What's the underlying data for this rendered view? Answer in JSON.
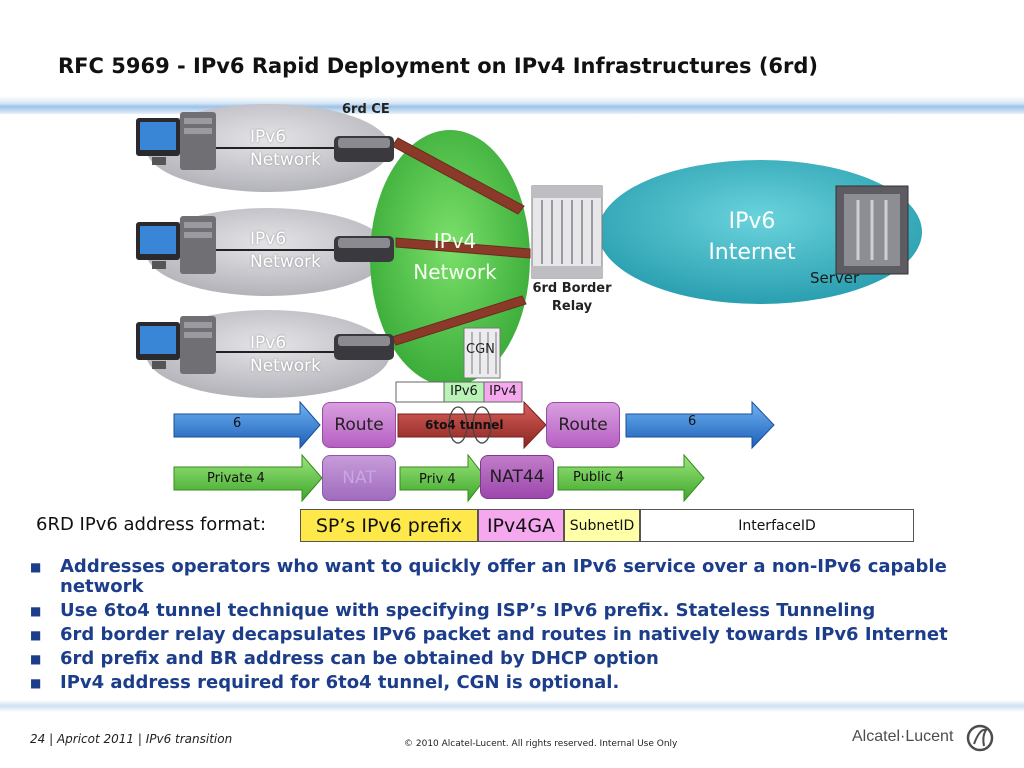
{
  "title": "RFC 5969 - IPv6 Rapid Deployment on IPv4 Infrastructures (6rd)",
  "diagram": {
    "ce_label": "6rd CE",
    "ipv6_network_label": [
      "IPv6",
      "Network"
    ],
    "ipv4_network_label": [
      "IPv4",
      "Network"
    ],
    "ipv6_internet_label": [
      "IPv6",
      "Internet"
    ],
    "server_label": "Server",
    "border_relay_label": [
      "6rd Border",
      "Relay"
    ],
    "cgn_label": "CGN",
    "header_ipv6": "IPv6",
    "header_ipv4": "IPv4"
  },
  "flow": {
    "row1_left": "6",
    "route_left": "Route",
    "tunnel": "6to4 tunnel",
    "route_right": "Route",
    "row1_right": "6",
    "private4": "Private 4",
    "nat": "NAT",
    "priv4": "Priv 4",
    "nat44": "NAT44",
    "public4": "Public 4"
  },
  "address_format": {
    "label": "6RD IPv6 address format:",
    "fields": [
      "SP’s IPv6 prefix",
      "IPv4GA",
      "SubnetID",
      "InterfaceID"
    ]
  },
  "bullets": [
    "Addresses operators who want to quickly offer an IPv6 service over a non-IPv6 capable network",
    "Use 6to4 tunnel technique with specifying ISP’s IPv6 prefix. Stateless Tunneling",
    "6rd border relay decapsulates IPv6 packet and routes in natively towards IPv6 Internet",
    "6rd prefix and BR address can be obtained by DHCP option",
    "IPv4 address required for 6to4 tunnel, CGN is optional."
  ],
  "footer": {
    "left": "24 | Apricot 2011 | IPv6 transition",
    "center": "© 2010 Alcatel-Lucent. All rights reserved. Internal Use Only",
    "brand": "Alcatel·Lucent"
  },
  "colors": {
    "ipv4_cloud": "#4cc24a",
    "ipv6_cloud": "#c9c9ce",
    "internet_cloud": "#3fb6c3",
    "tunnel": "#8b3a2a",
    "arrow_blue": "#2a6fd0",
    "arrow_green": "#5cc63e",
    "arrow_red": "#a8322e",
    "format_yellow": "#ffe94a",
    "format_pink": "#f6a8ef",
    "format_lightyellow": "#ffffa8",
    "bullet_text": "#1c3d8a"
  }
}
